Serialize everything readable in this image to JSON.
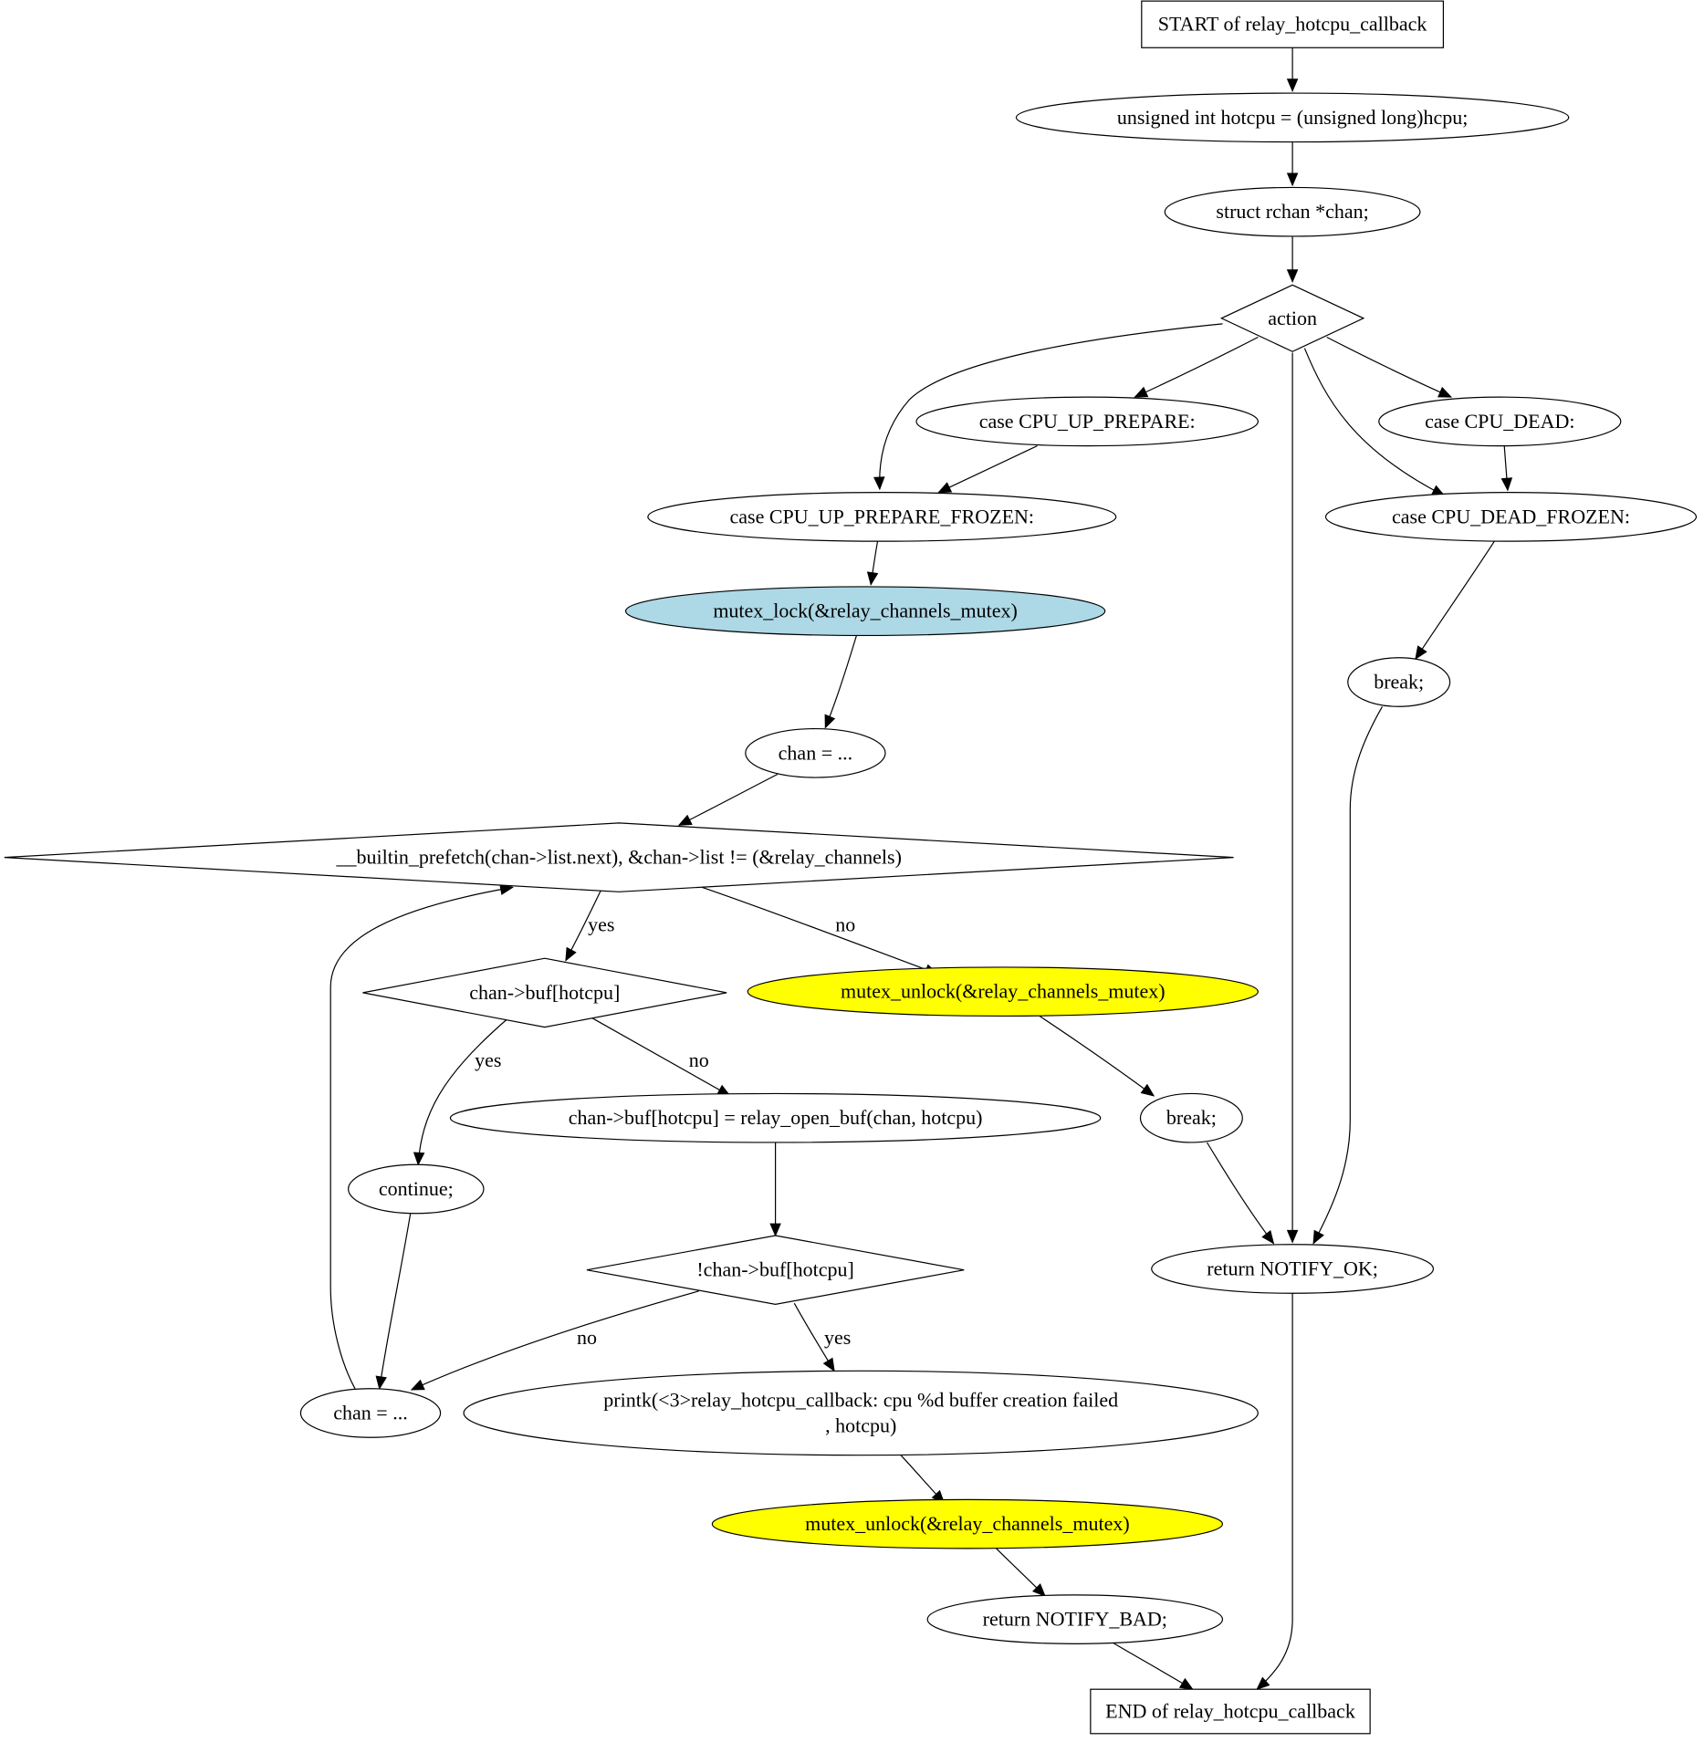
{
  "colors": {
    "default_fill": "#ffffff",
    "lock_fill": "#add8e6",
    "unlock_fill": "#ffff00",
    "stroke": "#000000"
  },
  "nodes": {
    "start": {
      "text": [
        "START of relay_hotcpu_callback"
      ]
    },
    "hotcpu_decl": {
      "text": [
        "unsigned int hotcpu = (unsigned long)hcpu;"
      ]
    },
    "chan_decl": {
      "text": [
        "struct rchan *chan;"
      ]
    },
    "action": {
      "text": [
        "action"
      ]
    },
    "case_up_prepare": {
      "text": [
        "case CPU_UP_PREPARE:"
      ]
    },
    "case_dead": {
      "text": [
        "case CPU_DEAD:"
      ]
    },
    "case_up_prepare_frozen": {
      "text": [
        "case CPU_UP_PREPARE_FROZEN:"
      ]
    },
    "case_dead_frozen": {
      "text": [
        "case CPU_DEAD_FROZEN:"
      ]
    },
    "mutex_lock": {
      "text": [
        "mutex_lock(&relay_channels_mutex)"
      ]
    },
    "break_dead": {
      "text": [
        "break;"
      ]
    },
    "chan_assign_1": {
      "text": [
        "chan = ..."
      ]
    },
    "loop_cond": {
      "text": [
        "__builtin_prefetch(chan->list.next), &chan->list != (&relay_channels)"
      ]
    },
    "buf_check": {
      "text": [
        "chan->buf[hotcpu]"
      ]
    },
    "mutex_unlock_1": {
      "text": [
        "mutex_unlock(&relay_channels_mutex)"
      ]
    },
    "open_buf": {
      "text": [
        "chan->buf[hotcpu] = relay_open_buf(chan, hotcpu)"
      ]
    },
    "break_loop": {
      "text": [
        "break;"
      ]
    },
    "continue": {
      "text": [
        "continue;"
      ]
    },
    "not_buf_check": {
      "text": [
        "!chan->buf[hotcpu]"
      ]
    },
    "return_ok": {
      "text": [
        "return NOTIFY_OK;"
      ]
    },
    "chan_assign_2": {
      "text": [
        "chan = ..."
      ]
    },
    "printk": {
      "text": [
        "printk(<3>relay_hotcpu_callback: cpu %d buffer creation failed",
        ", hotcpu)"
      ]
    },
    "mutex_unlock_2": {
      "text": [
        "mutex_unlock(&relay_channels_mutex)"
      ]
    },
    "return_bad": {
      "text": [
        "return NOTIFY_BAD;"
      ]
    },
    "end": {
      "text": [
        "END of relay_hotcpu_callback"
      ]
    }
  },
  "edges": [
    {
      "from": "start",
      "to": "hotcpu_decl",
      "label": ""
    },
    {
      "from": "hotcpu_decl",
      "to": "chan_decl",
      "label": ""
    },
    {
      "from": "chan_decl",
      "to": "action",
      "label": ""
    },
    {
      "from": "action",
      "to": "case_up_prepare_frozen",
      "label": ""
    },
    {
      "from": "action",
      "to": "case_up_prepare",
      "label": ""
    },
    {
      "from": "action",
      "to": "return_ok",
      "label": ""
    },
    {
      "from": "action",
      "to": "case_dead_frozen",
      "label": ""
    },
    {
      "from": "action",
      "to": "case_dead",
      "label": ""
    },
    {
      "from": "case_up_prepare",
      "to": "case_up_prepare_frozen",
      "label": ""
    },
    {
      "from": "case_dead",
      "to": "case_dead_frozen",
      "label": ""
    },
    {
      "from": "case_up_prepare_frozen",
      "to": "mutex_lock",
      "label": ""
    },
    {
      "from": "case_dead_frozen",
      "to": "break_dead",
      "label": ""
    },
    {
      "from": "mutex_lock",
      "to": "chan_assign_1",
      "label": ""
    },
    {
      "from": "break_dead",
      "to": "return_ok",
      "label": ""
    },
    {
      "from": "chan_assign_1",
      "to": "loop_cond",
      "label": ""
    },
    {
      "from": "loop_cond",
      "to": "buf_check",
      "label": "yes"
    },
    {
      "from": "loop_cond",
      "to": "mutex_unlock_1",
      "label": "no"
    },
    {
      "from": "buf_check",
      "to": "continue",
      "label": "yes"
    },
    {
      "from": "buf_check",
      "to": "open_buf",
      "label": "no"
    },
    {
      "from": "mutex_unlock_1",
      "to": "break_loop",
      "label": ""
    },
    {
      "from": "open_buf",
      "to": "not_buf_check",
      "label": ""
    },
    {
      "from": "break_loop",
      "to": "return_ok",
      "label": ""
    },
    {
      "from": "continue",
      "to": "chan_assign_2",
      "label": ""
    },
    {
      "from": "not_buf_check",
      "to": "chan_assign_2",
      "label": "no"
    },
    {
      "from": "not_buf_check",
      "to": "printk",
      "label": "yes"
    },
    {
      "from": "chan_assign_2",
      "to": "loop_cond",
      "label": ""
    },
    {
      "from": "printk",
      "to": "mutex_unlock_2",
      "label": ""
    },
    {
      "from": "mutex_unlock_2",
      "to": "return_bad",
      "label": ""
    },
    {
      "from": "return_bad",
      "to": "end",
      "label": ""
    },
    {
      "from": "return_ok",
      "to": "end",
      "label": ""
    }
  ]
}
